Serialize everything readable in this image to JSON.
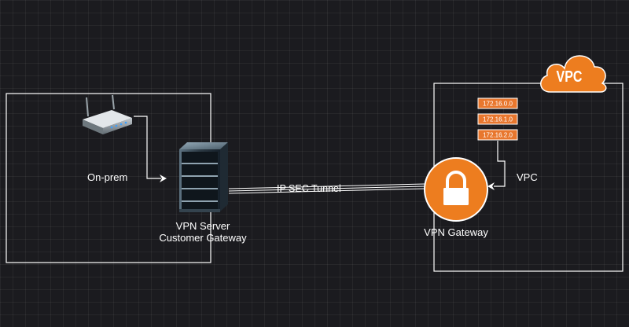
{
  "onprem": {
    "label": "On-prem",
    "server_label_line1": "VPN Server",
    "server_label_line2": "Customer Gateway"
  },
  "tunnel": {
    "label": "IP SEC Tunnel"
  },
  "vpc": {
    "badge": "VPC",
    "label": "VPC",
    "gateway_label": "VPN Gateway",
    "subnets": [
      "172.16.0.0",
      "172.16.1.0",
      "172.16.2.0"
    ]
  },
  "colors": {
    "background": "#1b1b1f",
    "box_border": "#ffffff",
    "aws_orange": "#ed7d1f",
    "subnet_orange": "#e8772e",
    "connector": "#ffffff"
  },
  "icons": {
    "router": "router-icon",
    "server": "server-rack-icon",
    "gateway": "lock-icon",
    "cloud": "cloud-icon"
  }
}
